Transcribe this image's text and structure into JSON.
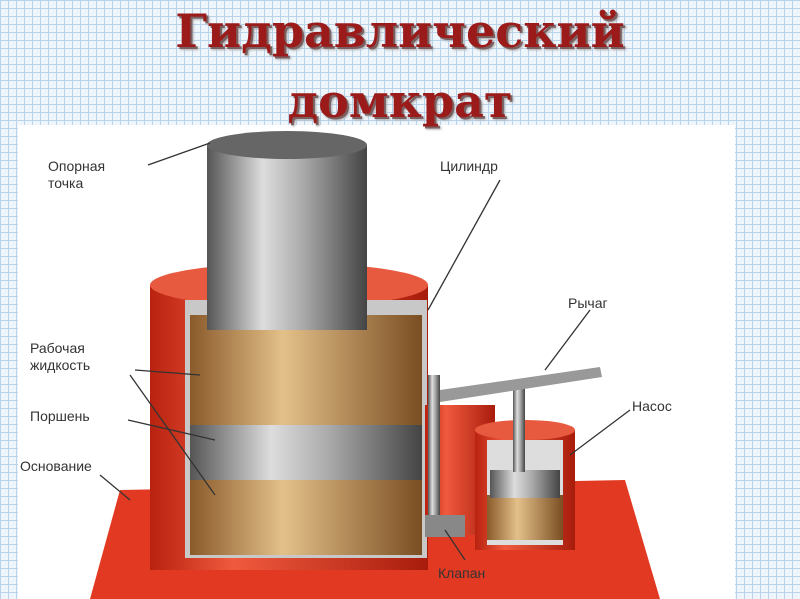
{
  "title": {
    "line1": "Гидравлический",
    "line2": "домкрат"
  },
  "labels": {
    "support_point": "Опорная\nточка",
    "cylinder": "Цилиндр",
    "lever": "Рычаг",
    "working_fluid": "Рабочая\nжидкость",
    "piston": "Поршень",
    "pump": "Насос",
    "base": "Основание",
    "valve": "Клапан"
  },
  "colors": {
    "title": "#9b1b1b",
    "body": "#e03a24",
    "fluid": "#c79a5e",
    "metal": "#9a9a9a"
  }
}
